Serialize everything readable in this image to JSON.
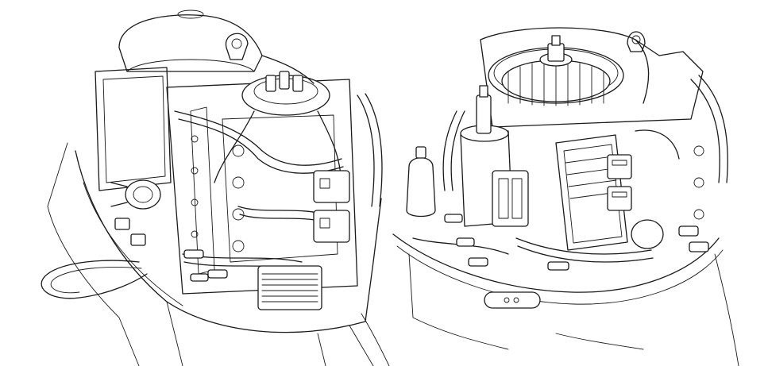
{
  "illustrations": [
    {
      "id": "left",
      "subject": "outboard-engine-view"
    },
    {
      "id": "right",
      "subject": "outboard-engine-view"
    }
  ],
  "colors": {
    "line": "#1a1a1a",
    "background": "#ffffff"
  }
}
